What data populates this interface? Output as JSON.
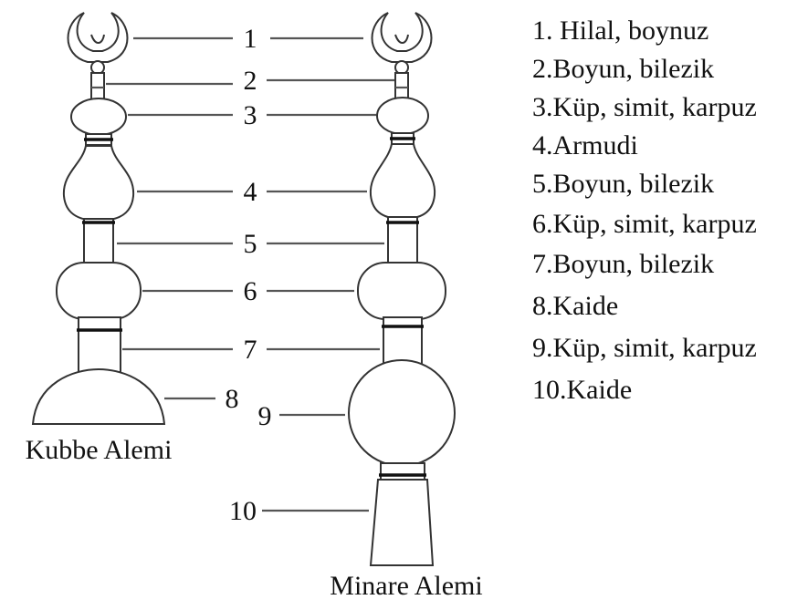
{
  "callouts": [
    "1",
    "2",
    "3",
    "4",
    "5",
    "6",
    "7",
    "8",
    "9",
    "10"
  ],
  "captions": {
    "dome": "Kubbe Alemi",
    "minaret": "Minare Alemi"
  },
  "legend": [
    "1. Hilal, boynuz",
    "2.Boyun, bilezik",
    "3.Küp, simit, karpuz",
    "4.Armudi",
    "5.Boyun, bilezik",
    "6.Küp, simit, karpuz",
    "7.Boyun, bilezik",
    "8.Kaide",
    "9.Küp, simit, karpuz",
    "10.Kaide"
  ]
}
